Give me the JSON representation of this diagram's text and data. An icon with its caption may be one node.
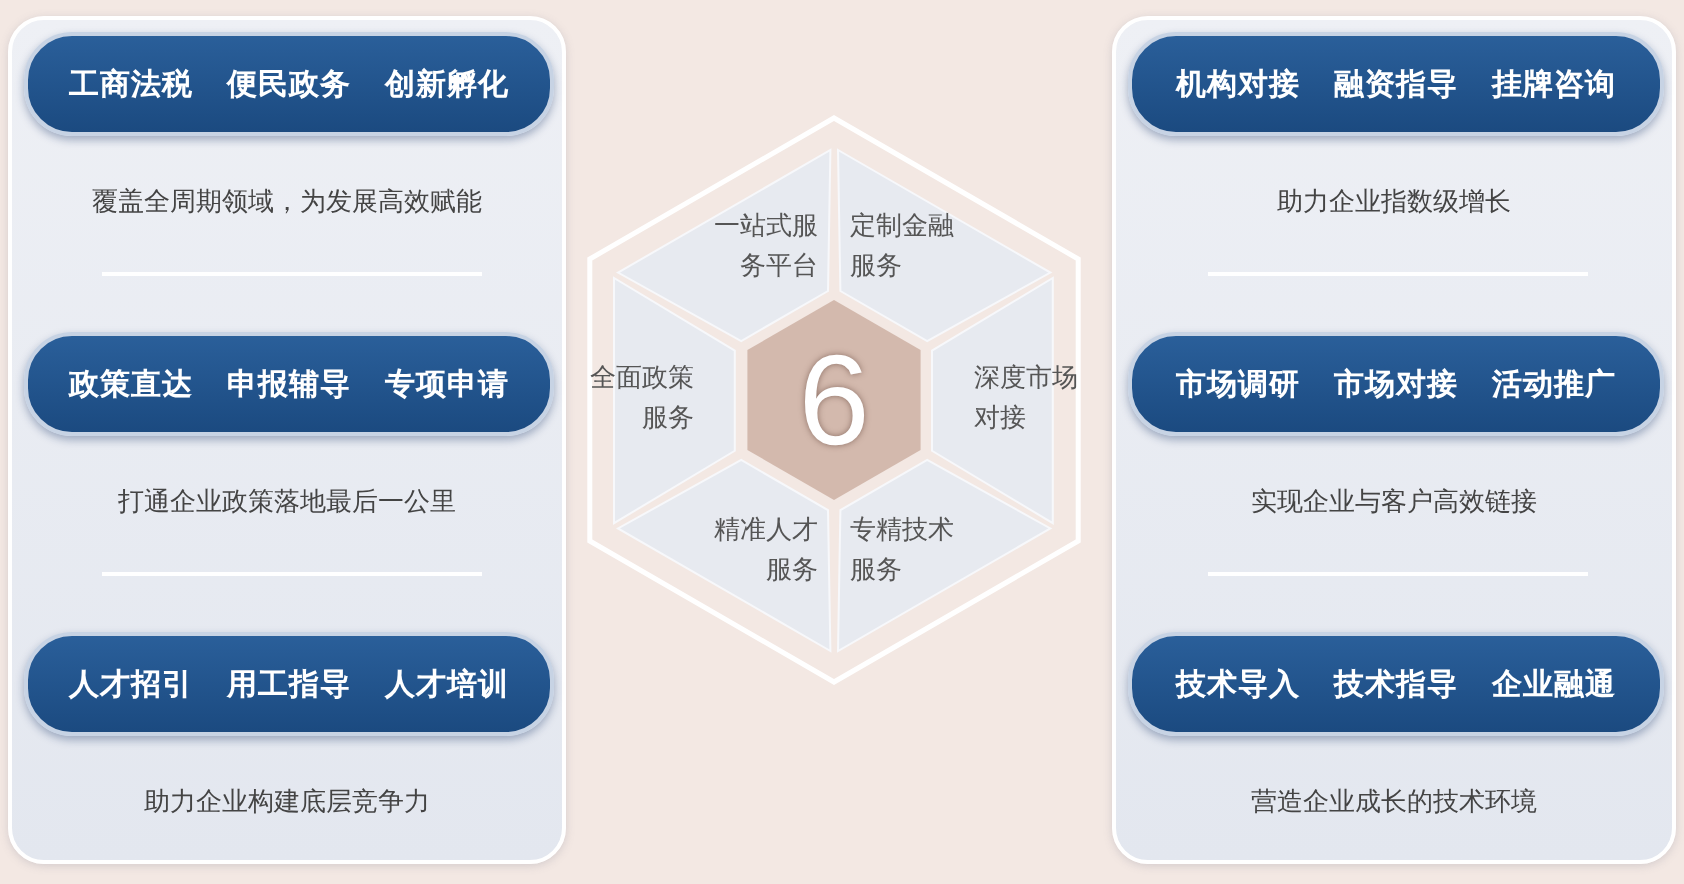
{
  "diagram": {
    "nodes": [
      {
        "text": [],
        "shape": "box"
      },
      {
        "text": [
          "工商法税 便民政务 创新孵化"
        ],
        "in": 0,
        "beside": [
          "覆盖全周期领域，为发展高效赋能"
        ]
      },
      {
        "text": [
          "政策直达 申报辅导 专项申请"
        ],
        "in": 0,
        "beside": [
          "打通企业政策落地最后一公里"
        ]
      },
      {
        "text": [
          "人才招引 用工指导 人才培训"
        ],
        "in": 0,
        "beside": [
          "助力企业构建底层竞争力"
        ]
      },
      {
        "text": [
          "6"
        ]
      },
      {
        "text": [
          "一站式服务平台"
        ],
        "in": 4
      },
      {
        "text": [
          "定制金融服务"
        ],
        "in": 4
      },
      {
        "text": [
          "全面政策服务"
        ],
        "in": 4
      },
      {
        "text": [
          "深度市场对接"
        ],
        "in": 4
      },
      {
        "text": [
          "精准人才服务"
        ],
        "in": 4
      },
      {
        "text": [
          "专精技术服务"
        ],
        "in": 4
      },
      {
        "text": [],
        "shape": "box"
      },
      {
        "text": [
          "机构对接 融资指导 挂牌咨询"
        ],
        "in": 11,
        "beside": [
          "助力企业指数级增长"
        ]
      },
      {
        "text": [
          "市场调研 市场对接 活动推广"
        ],
        "in": 11,
        "beside": [
          "实现企业与客户高效链接"
        ]
      },
      {
        "text": [
          "技术导入 技术指导 企业融通"
        ],
        "in": 11,
        "beside": [
          "营造企业成长的技术环境"
        ]
      }
    ]
  }
}
